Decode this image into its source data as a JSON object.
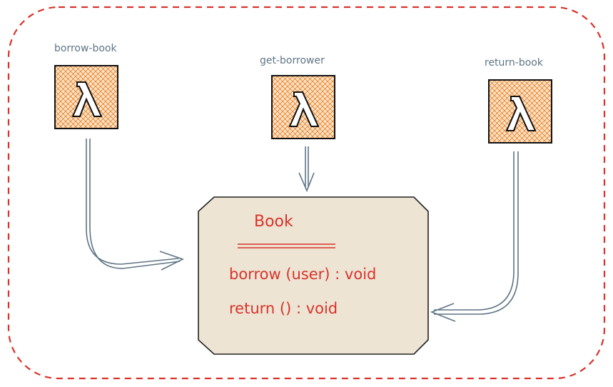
{
  "functions": [
    {
      "name": "borrow-book",
      "icon": "lambda-icon"
    },
    {
      "name": "get-borrower",
      "icon": "lambda-icon"
    },
    {
      "name": "return-book",
      "icon": "lambda-icon"
    }
  ],
  "book": {
    "title": "Book",
    "methods": [
      "borrow (user) : void",
      "return () : void"
    ]
  },
  "colors": {
    "boundary": "#d9332c",
    "lambda_fill": "#f6c28a",
    "lambda_hatch": "#e8832a",
    "class_fill": "#ede4d3",
    "arrow": "#5f7585",
    "text_red": "#d9332c",
    "label": "#5f7585"
  }
}
